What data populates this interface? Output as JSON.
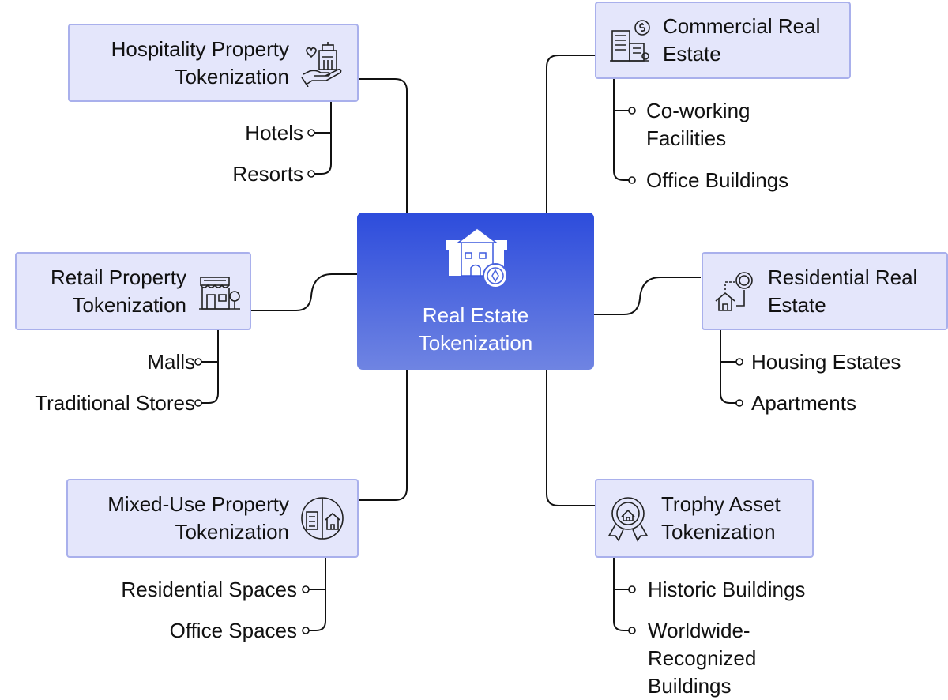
{
  "center": {
    "line1": "Real Estate",
    "line2": "Tokenization",
    "icon": "house-token-icon"
  },
  "colors": {
    "center_top": "#2d4cdc",
    "center_bottom": "#6f84e2",
    "box_fill": "#e4e6fb",
    "box_border": "#a9b0ec"
  },
  "branches": {
    "hospitality": {
      "line1": "Hospitality Property",
      "line2": "Tokenization",
      "children": [
        "Hotels",
        "Resorts"
      ]
    },
    "commercial": {
      "line1": "Commercial Real",
      "line2": "Estate",
      "children": [
        "Co-working",
        "Facilities",
        "Office Buildings"
      ]
    },
    "retail": {
      "line1": "Retail Property",
      "line2": "Tokenization",
      "children": [
        "Malls",
        "Traditional Stores"
      ]
    },
    "residential": {
      "line1": "Residential Real",
      "line2": "Estate",
      "children": [
        "Housing Estates",
        "Apartments"
      ]
    },
    "mixed": {
      "line1": "Mixed-Use Property",
      "line2": "Tokenization",
      "children": [
        "Residential Spaces",
        "Office Spaces"
      ]
    },
    "trophy": {
      "line1": "Trophy Asset",
      "line2": "Tokenization",
      "children": [
        "Historic Buildings",
        "Worldwide-",
        "Recognized",
        "Buildings"
      ]
    }
  }
}
